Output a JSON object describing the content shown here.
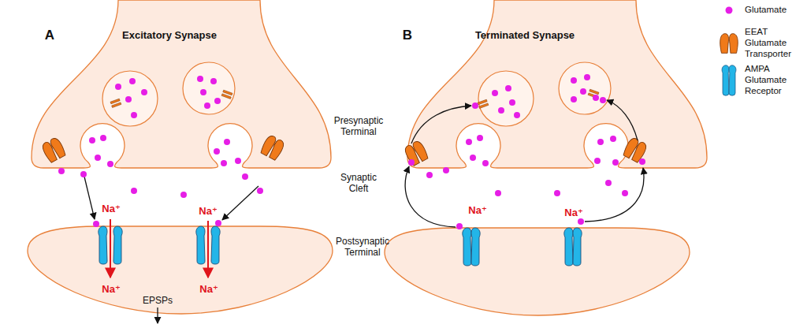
{
  "diagram": {
    "labels": [
      "A",
      "Excitatory Synapse",
      "B",
      "Terminated Synapse",
      "Presynaptic Terminal",
      "Synaptic Cleft",
      "Postsynaptic Terminal",
      "Na⁺",
      "Na⁺",
      "Na⁺",
      "Na⁺",
      "EPSPs",
      "Na⁺",
      "Na⁺"
    ],
    "legend": [
      {
        "text": "Glutamate",
        "color": "#e61ee6"
      },
      {
        "text": "EEAT Glutamate Transporter"
      },
      {
        "text": "AMPA Glutamate Receptor"
      }
    ]
  }
}
